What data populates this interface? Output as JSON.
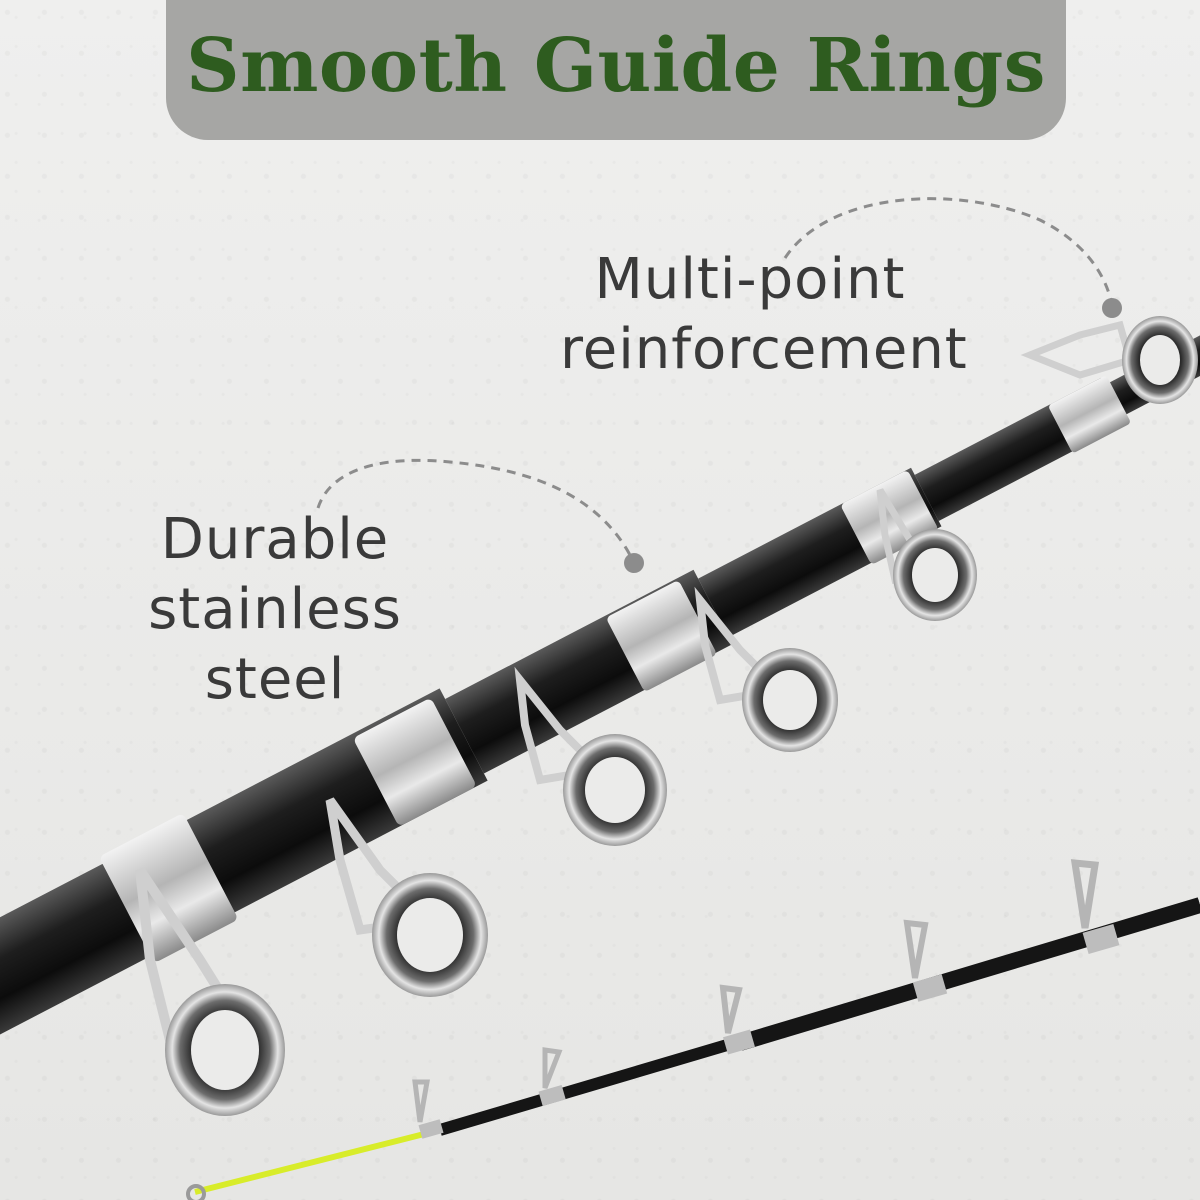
{
  "title": "Smooth Guide Rings",
  "callouts": {
    "multi_point": [
      "Multi-point",
      "reinforcement"
    ],
    "durable": [
      "Durable",
      "stainless steel"
    ]
  },
  "colors": {
    "title_green": "#2e5c1f",
    "banner_gray": "#a6a6a4",
    "rod_black": "#1b1b1b",
    "tip_yellow": "#d8ec2a",
    "ring_silver": "#c9c9c9"
  }
}
